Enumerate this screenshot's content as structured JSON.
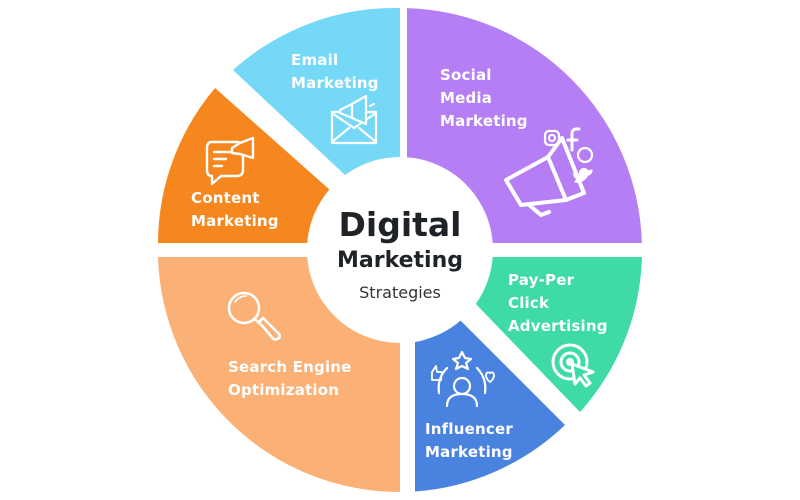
{
  "center": {
    "line1": "Digital",
    "line2": "Marketing",
    "line3": "Strategies"
  },
  "segments": {
    "email": {
      "lines": [
        "Email",
        "Marketing"
      ],
      "color": "#74d8f6",
      "icon": "envelope-megaphone-icon"
    },
    "social": {
      "lines": [
        "Social",
        "Media",
        "Marketing"
      ],
      "color": "#b57ef5",
      "icon": "megaphone-social-icon"
    },
    "ppc": {
      "lines": [
        "Pay-Per",
        "Click",
        "Advertising"
      ],
      "color": "#3fdba5",
      "icon": "target-cursor-icon"
    },
    "influencer": {
      "lines": [
        "Influencer",
        "Marketing"
      ],
      "color": "#4a82e0",
      "icon": "influencer-person-icon"
    },
    "seo": {
      "lines": [
        "Search Engine",
        "Optimization"
      ],
      "color": "#fbb075",
      "icon": "magnifier-icon"
    },
    "content": {
      "lines": [
        "Content",
        "Marketing"
      ],
      "color": "#f6861e",
      "icon": "chat-megaphone-icon"
    }
  }
}
